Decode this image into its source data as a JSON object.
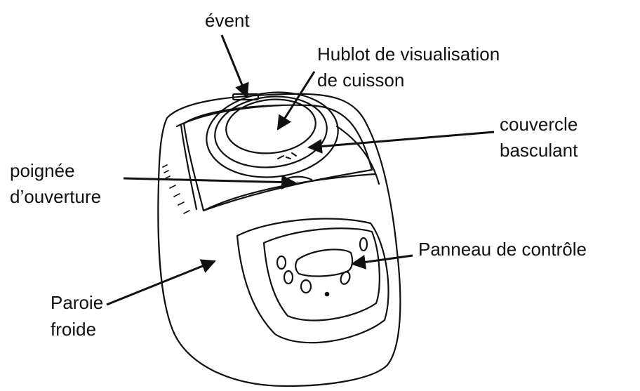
{
  "labels": {
    "event": "évent",
    "hublot_line1": "Hublot de visualisation",
    "hublot_line2": "de cuisson",
    "couvercle_line1": "couvercle",
    "couvercle_line2": "basculant",
    "poignee_line1": "poignée",
    "poignee_line2": "d’ouverture",
    "panneau": "Panneau de contrôle",
    "paroi_line1": "Paroie",
    "paroi_line2": "froide"
  },
  "colors": {
    "ink": "#111111",
    "background": "#ffffff"
  }
}
